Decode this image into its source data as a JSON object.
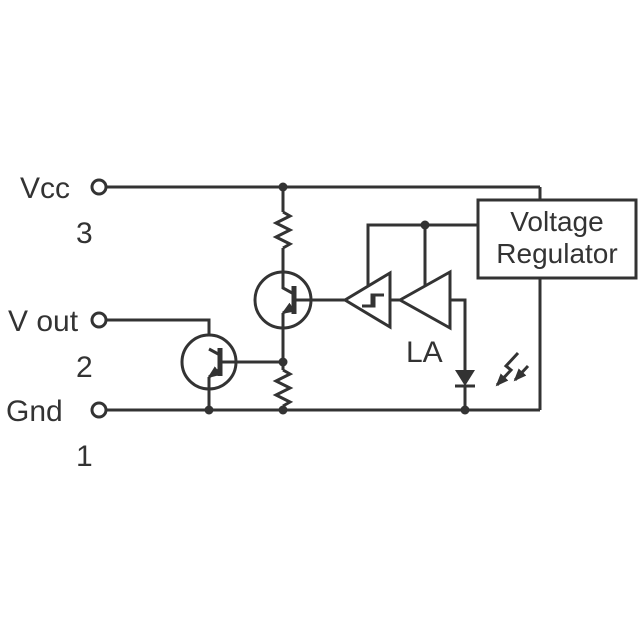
{
  "colors": {
    "background": "#ffffff",
    "line": "#333333",
    "text": "#333333"
  },
  "terminals": [
    {
      "label": "Vcc",
      "pin": "3"
    },
    {
      "label": "V out",
      "pin": "2"
    },
    {
      "label": "Gnd",
      "pin": "1"
    }
  ],
  "blocks": {
    "voltage_regulator": {
      "line1": "Voltage",
      "line2": "Regulator"
    },
    "light_amplifier": {
      "label": "LA"
    }
  },
  "symbols": [
    {
      "name": "pullup-resistor",
      "type": "resistor"
    },
    {
      "name": "emitter-resistor",
      "type": "resistor"
    },
    {
      "name": "driver-transistor",
      "type": "npn-transistor"
    },
    {
      "name": "output-transistor",
      "type": "npn-transistor"
    },
    {
      "name": "schmitt-trigger",
      "type": "schmitt-trigger-buffer"
    },
    {
      "name": "light-amplifier",
      "type": "amplifier"
    },
    {
      "name": "photodiode",
      "type": "photodiode"
    },
    {
      "name": "incident-light",
      "type": "light-arrows"
    }
  ]
}
